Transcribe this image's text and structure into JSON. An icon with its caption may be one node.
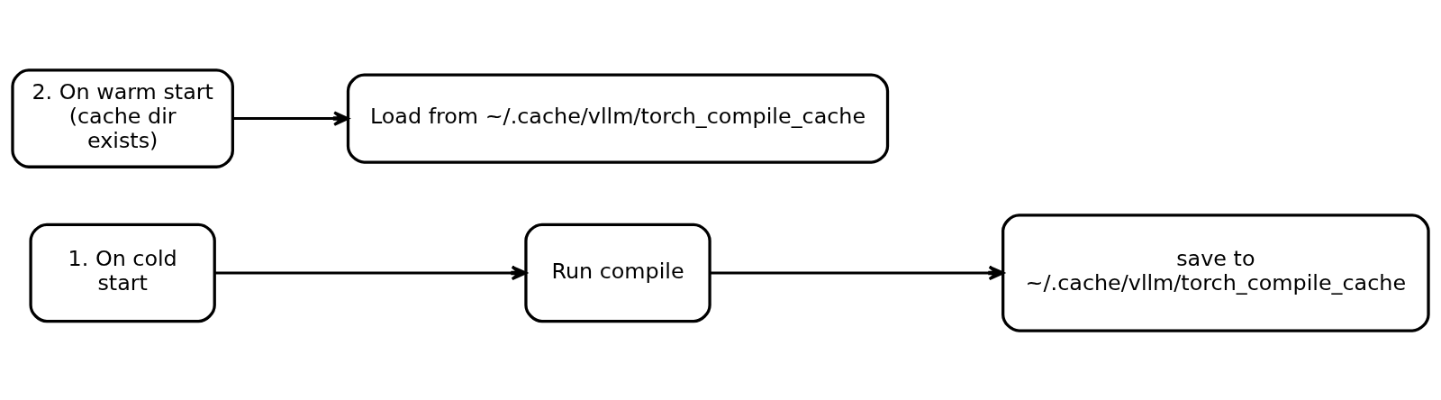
{
  "diagram": {
    "nodes": [
      {
        "text": [
          "1. On cold start"
        ]
      },
      {
        "text": [
          "Run compile"
        ]
      },
      {
        "text": [
          "save to ~/.cache/vllm/torch_compile_cache"
        ]
      },
      {
        "text": [
          "2. On warm start (cache dir exists)"
        ]
      },
      {
        "text": [
          "Load from ~/.cache/vllm/torch_compile_cache"
        ]
      }
    ],
    "edges": [
      {
        "from": 0,
        "to": 1,
        "arrow": "to"
      },
      {
        "from": 1,
        "to": 2,
        "arrow": "to"
      },
      {
        "from": 3,
        "to": 4,
        "arrow": "to"
      }
    ]
  }
}
